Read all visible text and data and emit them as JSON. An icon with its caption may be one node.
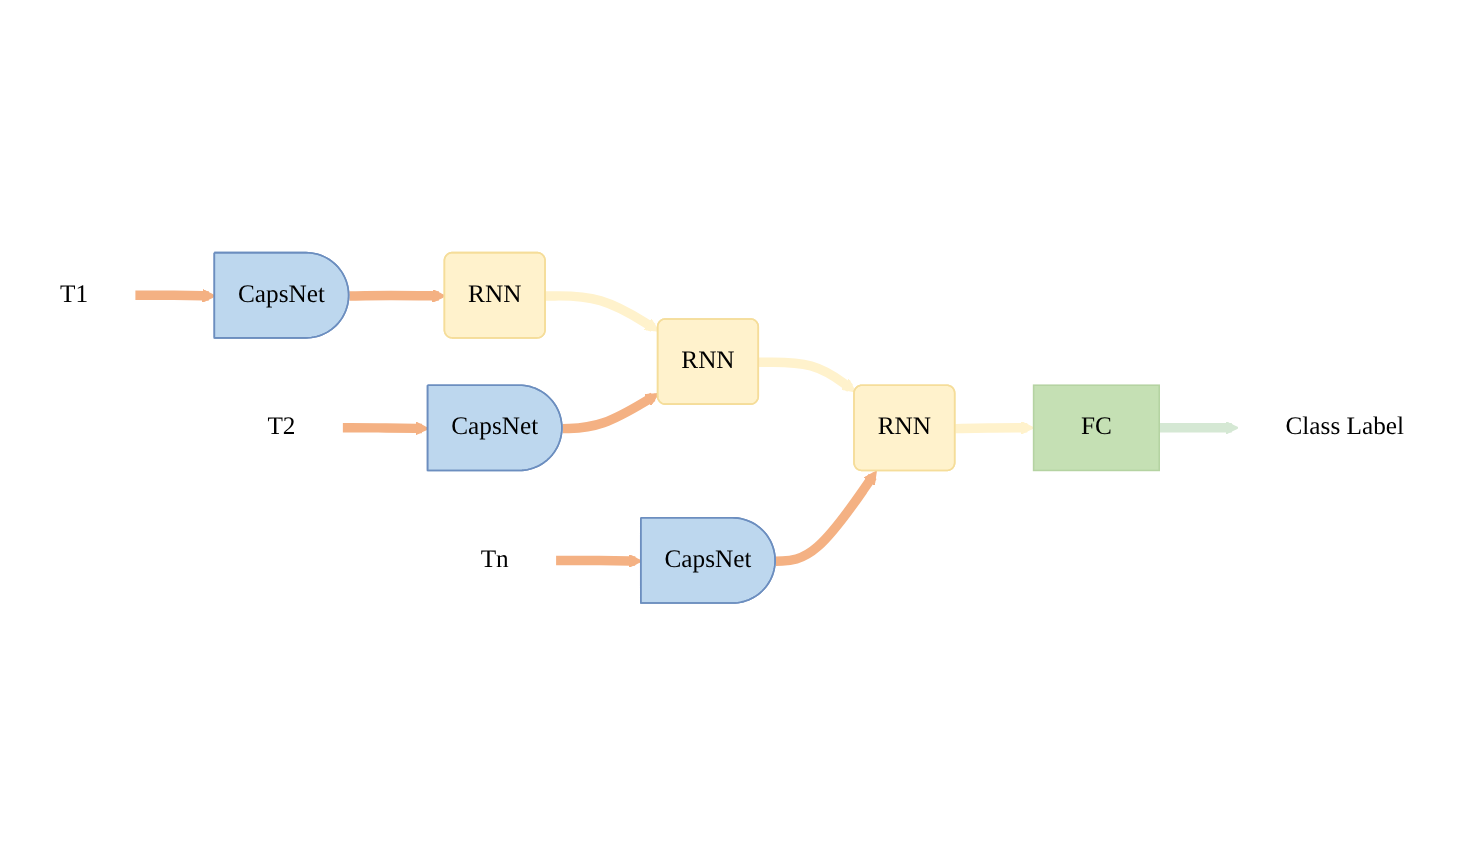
{
  "diagram": {
    "nodes": [
      {
        "text": [
          "T1"
        ]
      },
      {
        "text": [
          "CapsNet"
        ]
      },
      {
        "text": [
          "RNN"
        ]
      },
      {
        "text": [
          "T2"
        ]
      },
      {
        "text": [
          "CapsNet"
        ]
      },
      {
        "text": [
          "RNN"
        ]
      },
      {
        "text": [
          "Tn"
        ]
      },
      {
        "text": [
          "CapsNet"
        ]
      },
      {
        "text": [
          "RNN"
        ]
      },
      {
        "text": [
          "FC"
        ]
      },
      {
        "text": [
          "Class Label"
        ]
      }
    ],
    "edges": [
      {
        "from": 0,
        "to": 1,
        "arrow": "to"
      },
      {
        "from": 1,
        "to": 2,
        "arrow": "to"
      },
      {
        "from": 2,
        "to": 5,
        "arrow": "to",
        "color": "#fff2cc"
      },
      {
        "from": 3,
        "to": 4,
        "arrow": "to"
      },
      {
        "from": 4,
        "to": 5,
        "arrow": "to"
      },
      {
        "from": 5,
        "to": 8,
        "arrow": "to",
        "color": "#fff2cc"
      },
      {
        "from": 6,
        "to": 7,
        "arrow": "to"
      },
      {
        "from": 7,
        "to": 8,
        "arrow": "to"
      },
      {
        "from": 8,
        "to": 9,
        "arrow": "to",
        "color": "#fff2cc"
      },
      {
        "from": 9,
        "to": 10,
        "arrow": "to",
        "color": "#d5e8d4"
      }
    ]
  }
}
